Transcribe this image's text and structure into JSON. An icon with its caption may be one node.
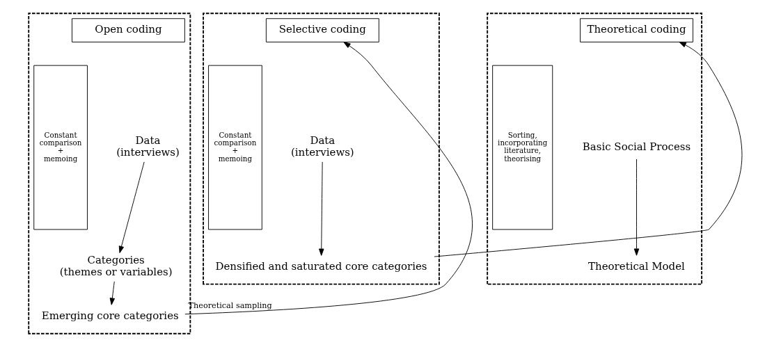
{
  "diagram": {
    "nodes": [
      {
        "text": [],
        "shape": "box"
      },
      {
        "text": [
          "Open coding"
        ],
        "in": 0
      },
      {
        "text": [
          "Constant comparison + memoing"
        ],
        "in": 0
      },
      {
        "text": [
          "Data",
          "(interviews)"
        ],
        "in": 0
      },
      {
        "text": [
          "Categories",
          "(themes or variables)"
        ],
        "in": 0
      },
      {
        "text": [
          "Emerging core categories"
        ],
        "in": 0
      },
      {
        "text": [],
        "shape": "box"
      },
      {
        "text": [
          "Selective coding"
        ],
        "in": 6
      },
      {
        "text": [
          "Constant comparison + memoing"
        ],
        "in": 6
      },
      {
        "text": [
          "Data",
          "(interviews)"
        ],
        "in": 6
      },
      {
        "text": [
          "Densified and saturated core categories"
        ],
        "in": 6
      },
      {
        "text": [],
        "shape": "box"
      },
      {
        "text": [
          "Theoretical coding"
        ],
        "in": 11
      },
      {
        "text": [
          "Sorting, incorporating literature, theorising"
        ],
        "in": 11
      },
      {
        "text": [
          "Basic Social Process"
        ],
        "in": 11
      },
      {
        "text": [
          "Theoretical Model"
        ],
        "in": 11
      }
    ],
    "edges": [
      {
        "from": 3,
        "to": 4,
        "arrow": "to"
      },
      {
        "from": 4,
        "to": 5,
        "arrow": "to"
      },
      {
        "from": 5,
        "to": 7,
        "arrow": "to",
        "label": "Theoretical sampling"
      },
      {
        "from": 9,
        "to": 10,
        "arrow": "to"
      },
      {
        "from": 10,
        "to": 12,
        "arrow": "to"
      },
      {
        "from": 14,
        "to": 15,
        "arrow": "to"
      }
    ]
  }
}
